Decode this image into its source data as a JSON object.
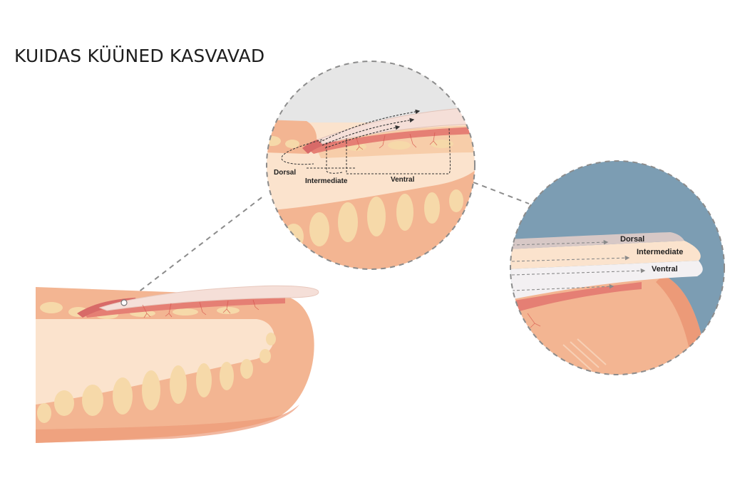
{
  "title": "KUIDAS KÜÜNED KASVAVAD",
  "zoom_top": {
    "labels": {
      "dorsal": "Dorsal",
      "intermediate": "Intermediate",
      "ventral": "Ventral"
    }
  },
  "zoom_right": {
    "labels": {
      "dorsal": "Dorsal",
      "intermediate": "Intermediate",
      "ventral": "Ventral"
    }
  },
  "colors": {
    "skin": "#f3b592",
    "skin_dark": "#ec9a78",
    "tissue_light": "#fbe3cd",
    "fat": "#f6d9a9",
    "nail_plate": "#f5dfd8",
    "nail_matrix": "#d86a68",
    "background_dark": "#7c9db3",
    "dashed_line": "#8c8c8c"
  }
}
